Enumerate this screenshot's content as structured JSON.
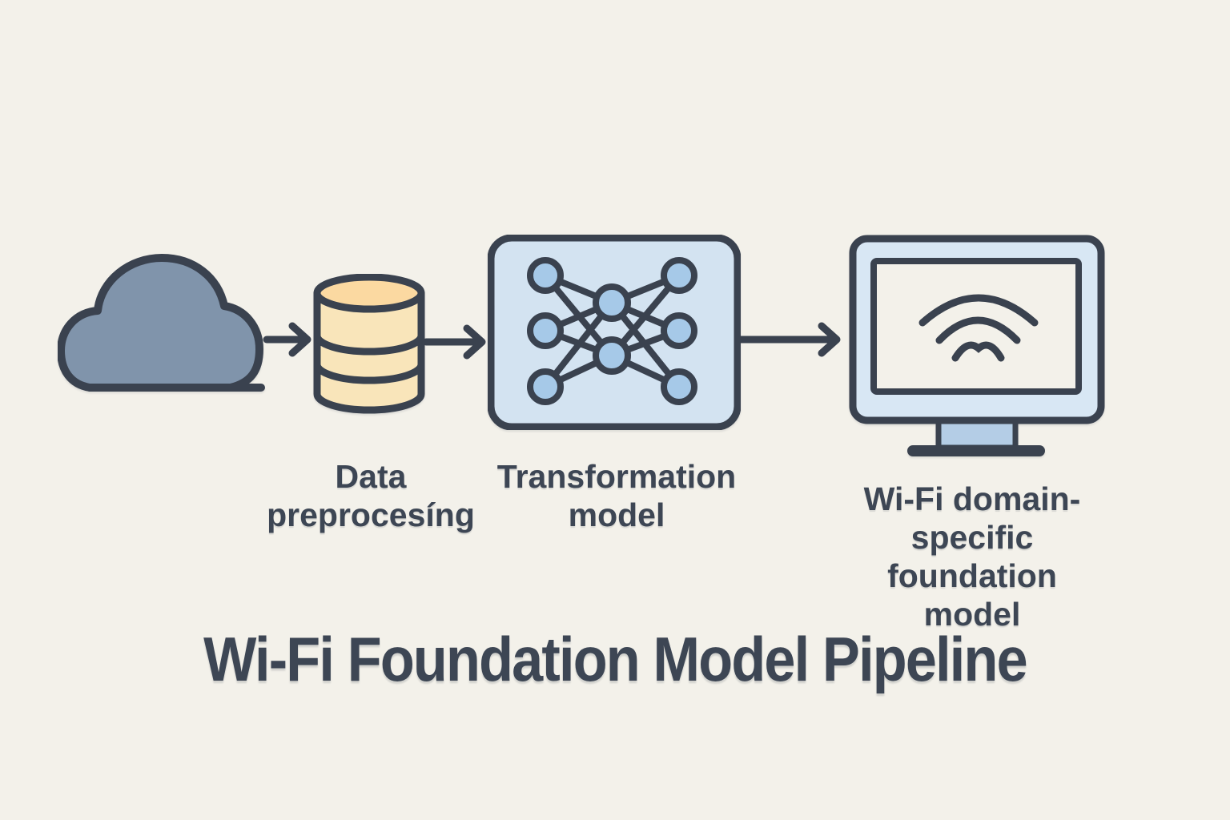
{
  "diagram": {
    "title": "Wi-Fi Foundation Model Pipeline",
    "stages": [
      {
        "icon": "cloud-icon",
        "name": "raw data cloud",
        "label": ""
      },
      {
        "icon": "database-icon",
        "name": "data preprocessing",
        "label": "Data\npreprocesíng"
      },
      {
        "icon": "neural-network-icon",
        "name": "transformation model",
        "label": "Transformation\nmodel"
      },
      {
        "icon": "wifi-monitor-icon",
        "name": "wifi foundation model",
        "label": "Wi-Fi domain-\nspecific\nfoundation model"
      }
    ],
    "arrows": [
      {
        "from": "cloud-icon",
        "to": "database-icon"
      },
      {
        "from": "database-icon",
        "to": "neural-network-icon"
      },
      {
        "from": "neural-network-icon",
        "to": "wifi-monitor-icon"
      }
    ],
    "colors": {
      "background": "#f3f1ea",
      "outline": "#3a424f",
      "text": "#3d4654",
      "cloud_fill": "#8094ab",
      "database_body_fill": "#f9e5ba",
      "database_top_fill": "#fbd9a1",
      "box_fill": "#d3e3f1",
      "node_fill": "#a6c9e8",
      "monitor_bezel_fill": "#d8e7f4",
      "screen_fill": "#f3f1ea",
      "stand_fill": "#b4cde6"
    }
  }
}
